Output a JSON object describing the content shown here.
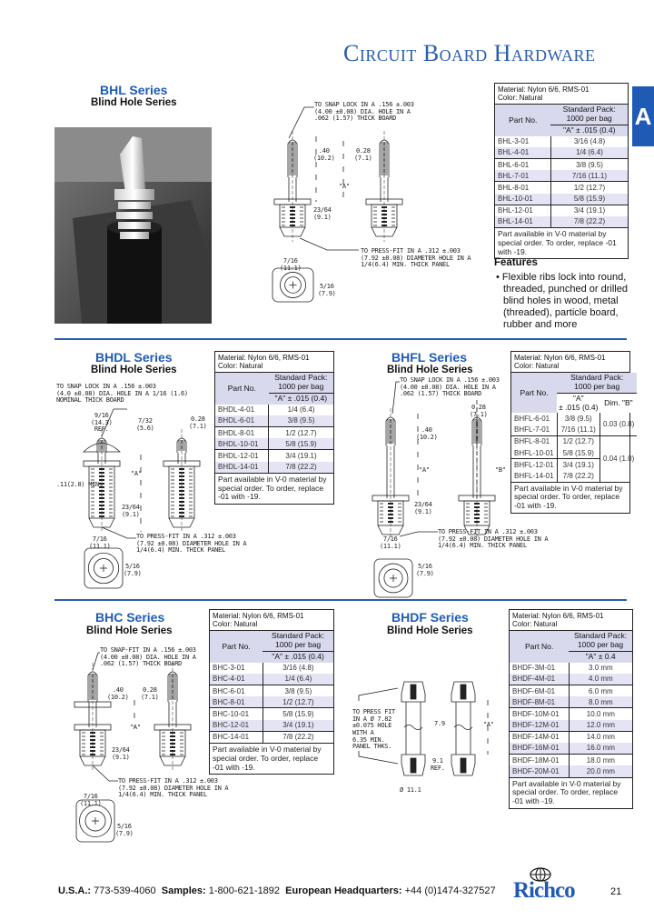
{
  "header": {
    "title": "Circuit Board Hardware",
    "tab": "A"
  },
  "bhl": {
    "title": "BHL Series",
    "subtitle": "Blind Hole Series",
    "labels": {
      "snap": "TO SNAP LOCK IN A .156 ±.003\n(4.00 ±0.08) DIA. HOLE IN A\n.062 (1.57) THICK BOARD",
      "h": ".40\n(10.2)",
      "w": "0.28\n(7.1)",
      "a": "\"A\"",
      "rib": "23/64\n(9.1)",
      "press": "TO PRESS-FIT IN A .312 ±.003\n(7.92 ±0.08) DIAMETER HOLE IN A\n1/4(6.4) MIN. THICK PANEL",
      "tw": "7/16\n(11.1)",
      "th": "5/16\n(7.9)"
    },
    "table": {
      "material": "Material: Nylon 6/6, RMS-01",
      "color": "Color: Natural",
      "col_part": "Part No.",
      "col_pack": "Standard Pack:\n1000 per bag",
      "col_a": "\"A\" ± .015 (0.4)",
      "rows": [
        [
          "BHL-3-01",
          "3/16 (4.8)"
        ],
        [
          "BHL-4-01",
          "1/4 (6.4)"
        ],
        [
          "BHL-6-01",
          "3/8 (9.5)"
        ],
        [
          "BHL-7-01",
          "7/16 (11.1)"
        ],
        [
          "BHL-8-01",
          "1/2 (12.7)"
        ],
        [
          "BHL-10-01",
          "5/8 (15.9)"
        ],
        [
          "BHL-12-01",
          "3/4 (19.1)"
        ],
        [
          "BHL-14-01",
          "7/8 (22.2)"
        ]
      ],
      "note": "Part available in V-0 material by special order. To order, replace -01 with -19."
    },
    "features": {
      "title": "Features",
      "items": [
        "Flexible ribs lock into round, threaded, punched or drilled blind holes in wood, metal (threaded), particle board, rubber and more"
      ]
    }
  },
  "bhdl": {
    "title": "BHDL Series",
    "subtitle": "Blind Hole Series",
    "labels": {
      "snap": "TO SNAP LOCK IN A .156 ±.003\n(4.0 ±0.08) DIA. HOLE IN A 1/16 (1.6)\nNOMINAL THICK BOARD",
      "d": "9/16\n(14.3)\nREF.",
      "cap": "7/32\n(5.6)",
      "w": "0.28\n(7.1)",
      "gap": ".11(2.8) MIN.",
      "a": "\"A\"",
      "rib": "23/64\n(9.1)",
      "press": "TO PRESS-FIT IN A .312 ±.003\n(7.92 ±0.08) DIAMETER HOLE IN A\n1/4(6.4) MIN. THICK PANEL",
      "tw": "7/16\n(11.1)",
      "th": "5/16\n(7.9)"
    },
    "table": {
      "material": "Material: Nylon 6/6, RMS-01",
      "color": "Color: Natural",
      "col_part": "Part No.",
      "col_pack": "Standard Pack:\n1000 per bag",
      "col_a": "\"A\" ± .015 (0.4)",
      "rows": [
        [
          "BHDL-4-01",
          "1/4 (6.4)"
        ],
        [
          "BHDL-6-01",
          "3/8 (9.5)"
        ],
        [
          "BHDL-8-01",
          "1/2 (12.7)"
        ],
        [
          "BHDL-10-01",
          "5/8 (15.9)"
        ],
        [
          "BHDL-12-01",
          "3/4 (19.1)"
        ],
        [
          "BHDL-14-01",
          "7/8 (22.2)"
        ]
      ],
      "note": "Part available in V-0 material by special order. To order, replace -01 with -19."
    }
  },
  "bhfl": {
    "title": "BHFL Series",
    "subtitle": "Blind Hole Series",
    "labels": {
      "snap": "TO SNAP LOCK IN A .156 ±.003\n(4.00 ±0.08) DIA. HOLE IN A\n.062 (1.57) THICK BOARD",
      "h": ".40\n(10.2)",
      "w": "0.28\n(7.1)",
      "a": "\"A\"",
      "b": "\"B\"",
      "rib": "23/64\n(9.1)",
      "press": "TO PRESS-FIT IN A .312 ±.003\n(7.92 ±0.08) DIAMETER HOLE IN A\n1/4(6.4) MIN. THICK PANEL",
      "tw": "7/16\n(11.1)",
      "th": "5/16\n(7.9)"
    },
    "table": {
      "material": "Material: Nylon 6/6, RMS-01",
      "color": "Color: Natural",
      "col_part": "Part No.",
      "col_pack": "Standard Pack:\n1000 per bag",
      "col_a": "\"A\"\n± .015 (0.4)",
      "col_b": "Dim. \"B\"",
      "rows": [
        [
          "BHFL-6-01",
          "3/8 (9.5)"
        ],
        [
          "BHFL-7-01",
          "7/16 (11.1)"
        ],
        [
          "BHFL-8-01",
          "1/2 (12.7)"
        ],
        [
          "BHFL-10-01",
          "5/8 (15.9)"
        ],
        [
          "BHFL-12-01",
          "3/4 (19.1)"
        ],
        [
          "BHFL-14-01",
          "7/8 (22.2)"
        ]
      ],
      "dim_b": [
        {
          "value": "0.03 (0.8)",
          "rows": 2
        },
        {
          "value": "0.04 (1.0)",
          "rows": 4
        }
      ],
      "note": "Part available in V-0 material by special order. To order, replace -01 with -19."
    }
  },
  "bhc": {
    "title": "BHC Series",
    "subtitle": "Blind Hole Series",
    "labels": {
      "snap": "TO SNAP-FIT IN A .156 ±.003\n(4.00 ±0.08) DIA. HOLE IN A\n.062 (1.57) THICK BOARD",
      "h": ".40\n(10.2)",
      "w": "0.28\n(7.1)",
      "a": "\"A\"",
      "rib": "23/64\n(9.1)",
      "press": "TO PRESS-FIT IN A .312 ±.003\n(7.92 ±0.08) DIAMETER HOLE IN A\n1/4(6.4) MIN. THICK PANEL",
      "tw": "7/16\n(11.1)",
      "th": "5/16\n(7.9)"
    },
    "table": {
      "material": "Material: Nylon 6/6, RMS-01",
      "color": "Color: Natural",
      "col_part": "Part No.",
      "col_pack": "Standard Pack:\n1000 per bag",
      "col_a": "\"A\" ± .015 (0.4)",
      "rows": [
        [
          "BHC-3-01",
          "3/16 (4.8)"
        ],
        [
          "BHC-4-01",
          "1/4 (6.4)"
        ],
        [
          "BHC-6-01",
          "3/8 (9.5)"
        ],
        [
          "BHC-8-01",
          "1/2 (12.7)"
        ],
        [
          "BHC-10-01",
          "5/8 (15.9)"
        ],
        [
          "BHC-12-01",
          "3/4 (19.1)"
        ],
        [
          "BHC-14-01",
          "7/8 (22.2)"
        ]
      ],
      "note": "Part available in V-0 material by special order. To order, replace -01 with -19."
    }
  },
  "bhdf": {
    "title": "BHDF Series",
    "subtitle": "Blind Hole Series",
    "labels": {
      "press": "TO PRESS FIT\nIN A Ø 7.82\n±0.075 HOLE\nWITH A\n6.35 MIN.\nPANEL THKS.",
      "w": "7.9",
      "a": "\"A\"",
      "rib": "9.1\nREF.",
      "d": "Ø 11.1"
    },
    "table": {
      "material": "Material: Nylon 6/6, RMS-01",
      "color": "Color: Natural",
      "col_part": "Part No.",
      "col_pack": "Standard Pack:\n1000 per bag",
      "col_a": "\"A\" ± 0.4",
      "rows": [
        [
          "BHDF-3M-01",
          "3.0 mm"
        ],
        [
          "BHDF-4M-01",
          "4.0 mm"
        ],
        [
          "BHDF-6M-01",
          "6.0 mm"
        ],
        [
          "BHDF-8M-01",
          "8.0 mm"
        ],
        [
          "BHDF-10M-01",
          "10.0 mm"
        ],
        [
          "BHDF-12M-01",
          "12.0 mm"
        ],
        [
          "BHDF-14M-01",
          "14.0 mm"
        ],
        [
          "BHDF-16M-01",
          "16.0 mm"
        ],
        [
          "BHDF-18M-01",
          "18.0 mm"
        ],
        [
          "BHDF-20M-01",
          "20.0 mm"
        ]
      ],
      "note": "Part available in V-0 material by special order. To order, replace -01 with -19."
    }
  },
  "footer": {
    "usa_label": "U.S.A.:",
    "usa_phone": "773-539-4060",
    "samples_label": "Samples:",
    "samples_phone": "1-800-621-1892",
    "eu_label": "European Headquarters:",
    "eu_phone": "+44 (0)1474-327527",
    "logo": "Richco",
    "page": "21"
  },
  "colors": {
    "brand_blue": "#1f5bb5",
    "table_shade": "#e4e4f4",
    "header_shade": "#d9d9ee"
  }
}
